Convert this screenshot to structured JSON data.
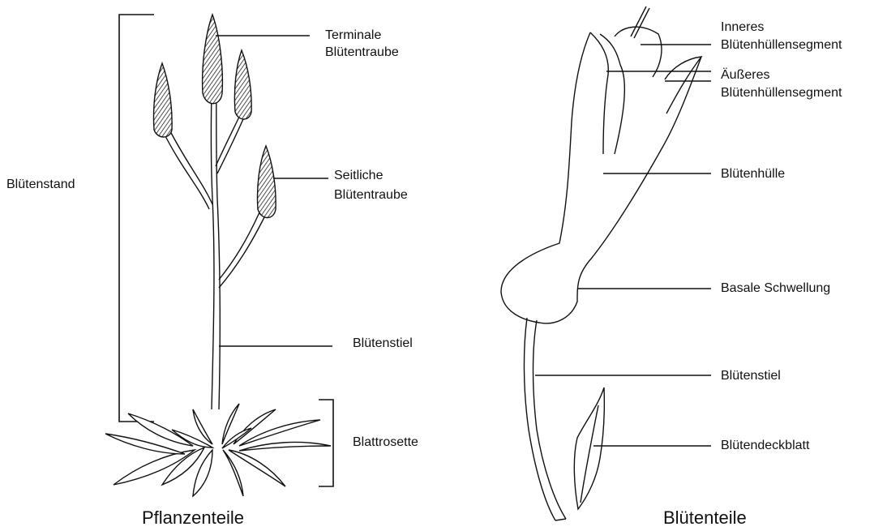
{
  "left_panel": {
    "caption": "Pflanzenteile",
    "labels": {
      "bluetenstand": "Blütenstand",
      "terminale_line1": "Terminale",
      "terminale_line2": "Blütentraube",
      "seitliche_line1": "Seitliche",
      "seitliche_line2": "Blütentraube",
      "bluetenstiel": "Blütenstiel",
      "blattrosette": "Blattrosette"
    }
  },
  "right_panel": {
    "caption": "Blütenteile",
    "labels": {
      "inneres_line1": "Inneres",
      "inneres_line2": "Blütenhüllensegment",
      "aeusseres_line1": "Äußeres",
      "aeusseres_line2": "Blütenhüllensegment",
      "bluetenhuelle": "Blütenhülle",
      "basale_schwellung": "Basale Schwellung",
      "bluetenstiel": "Blütenstiel",
      "bluetendeckblatt": "Blütendeckblatt"
    }
  }
}
